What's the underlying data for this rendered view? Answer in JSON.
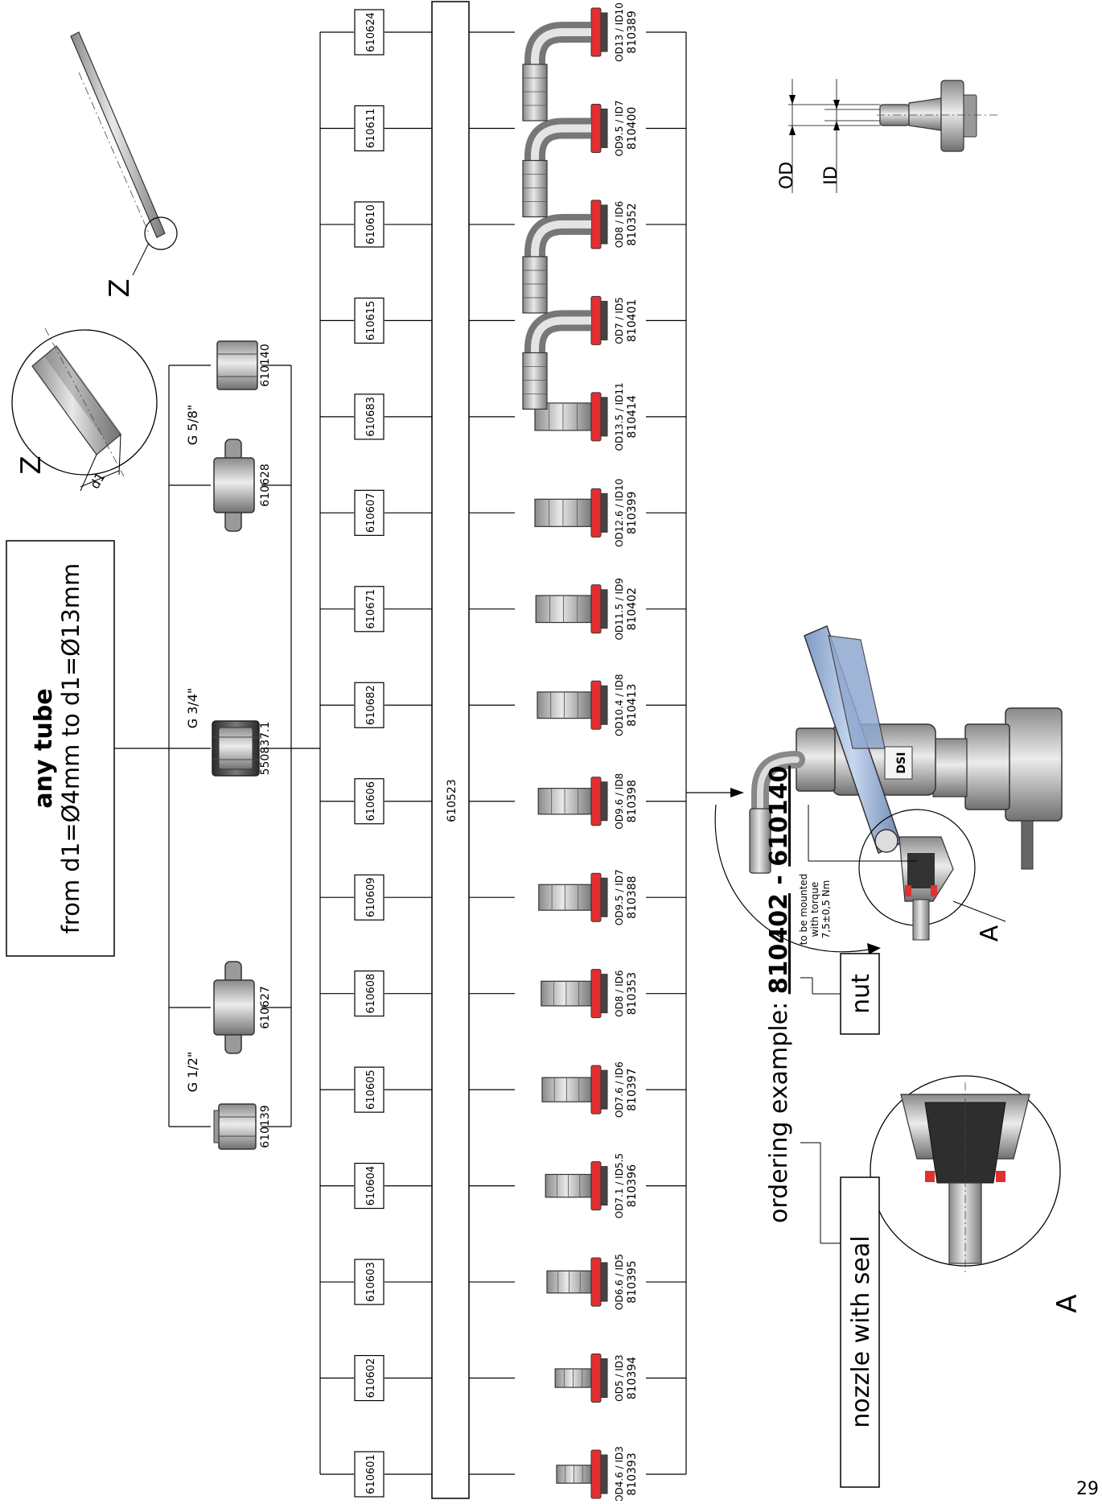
{
  "page_number": "29",
  "tube_box": {
    "title": "any tube",
    "range": "from d1=Ø4mm to d1=Ø13mm"
  },
  "detail_z": {
    "marker": "Z",
    "dimension": "d1"
  },
  "threads": [
    {
      "label": "G 1/2\"",
      "parts": [
        "610139",
        "610627"
      ]
    },
    {
      "label": "G 3/4\"",
      "parts": [
        "550837.1"
      ]
    },
    {
      "label": "G 5/8\"",
      "parts": [
        "610628",
        "610140"
      ]
    }
  ],
  "center_part": "610523",
  "nut_codes": [
    "610601",
    "610602",
    "610603",
    "610604",
    "610605",
    "610608",
    "610609",
    "610606",
    "610682",
    "610671",
    "610607",
    "610683",
    "610615",
    "610610",
    "610611",
    "610624"
  ],
  "nozzles": [
    {
      "size": "OD4.6 / ID3",
      "code": "810393",
      "shape": "straight",
      "scale": 0.55
    },
    {
      "size": "OD5 / ID3",
      "code": "810394",
      "shape": "straight",
      "scale": 0.58
    },
    {
      "size": "OD6.6 / ID5",
      "code": "810395",
      "shape": "straight",
      "scale": 0.75
    },
    {
      "size": "OD7.1 / ID5.5",
      "code": "810396",
      "shape": "straight",
      "scale": 0.78
    },
    {
      "size": "OD7.6 / ID6",
      "code": "810397",
      "shape": "straight",
      "scale": 0.85
    },
    {
      "size": "OD8 / ID6",
      "code": "810353",
      "shape": "straight",
      "scale": 0.87
    },
    {
      "size": "OD9.5 / ID7",
      "code": "810388",
      "shape": "straight",
      "scale": 0.92
    },
    {
      "size": "OD9.6 / ID8",
      "code": "810398",
      "shape": "straight",
      "scale": 0.93
    },
    {
      "size": "OD10.4 / ID8",
      "code": "810413",
      "shape": "straight",
      "scale": 0.95
    },
    {
      "size": "OD11.5 / ID9",
      "code": "810402",
      "shape": "straight",
      "scale": 0.98
    },
    {
      "size": "OD12.6 / ID10",
      "code": "810399",
      "shape": "straight",
      "scale": 1.0
    },
    {
      "size": "OD13.5 / ID11",
      "code": "810414",
      "shape": "straight",
      "scale": 1.0
    },
    {
      "size": "OD7 / ID5",
      "code": "810401",
      "shape": "elbow",
      "scale": 1.0
    },
    {
      "size": "OD8 / ID6",
      "code": "810352",
      "shape": "elbow",
      "scale": 1.0
    },
    {
      "size": "OD9.5 / ID7",
      "code": "810400",
      "shape": "elbow",
      "scale": 1.0
    },
    {
      "size": "OD13 / ID10",
      "code": "810389",
      "shape": "elbow",
      "scale": 1.0
    }
  ],
  "od_id": {
    "od": "OD",
    "id": "ID"
  },
  "torque_note": [
    "to be mounted",
    "with torque",
    "7,5±0,5 Nm"
  ],
  "tap_badge": "DSI",
  "section_marker": "A",
  "ordering": {
    "prefix": "ordering example: ",
    "nozzle_code": "810402",
    "separator": " - ",
    "nut_code": "610140",
    "nozzle_label": "nozzle with seal",
    "nut_label": "nut"
  },
  "colors": {
    "seal": "#e03030",
    "lever": "#a9c3e6",
    "metal": "#b8b8b8",
    "dark": "#555555"
  }
}
